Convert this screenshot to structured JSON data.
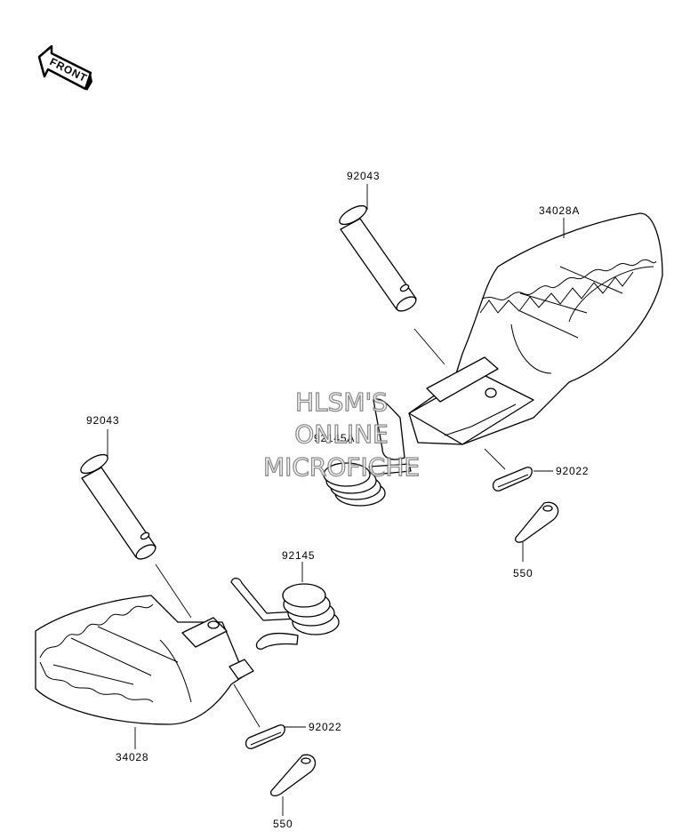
{
  "front_indicator": {
    "label": "FRONT",
    "icon": "front-arrow-icon"
  },
  "watermark": {
    "lines": [
      "HLSM'S",
      "ONLINE",
      "MICROFICHE"
    ]
  },
  "callouts": {
    "pin_upper": "92043",
    "footpeg_right": "34028A",
    "spring_right": "92145A",
    "washer_upper": "92022",
    "cotter_upper": "550",
    "pin_lower": "92043",
    "spring_left": "92145",
    "washer_lower": "92022",
    "footpeg_left": "34028",
    "cotter_lower": "550"
  }
}
